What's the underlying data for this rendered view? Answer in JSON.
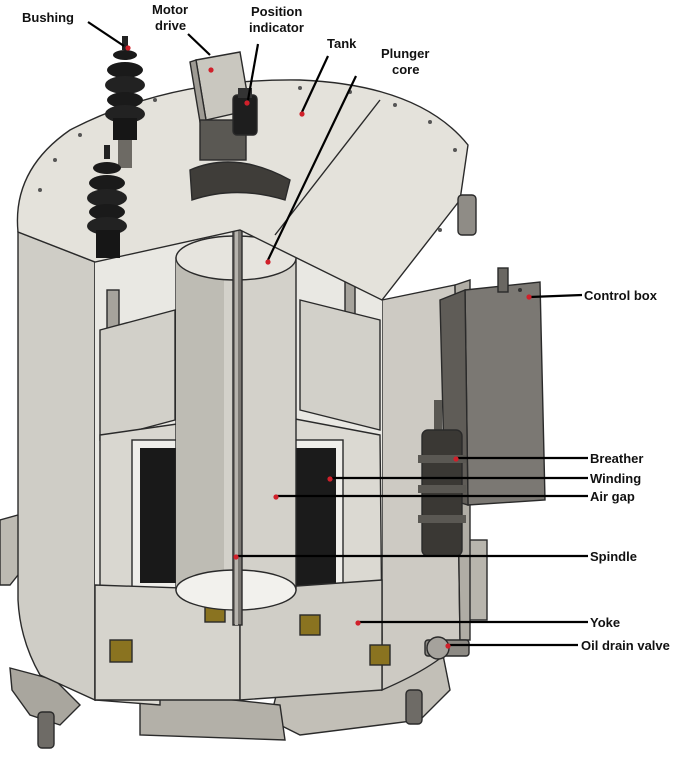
{
  "labels": {
    "bushing": "Bushing",
    "motor_drive_1": "Motor",
    "motor_drive_2": "drive",
    "position_indicator_1": "Position",
    "position_indicator_2": "indicator",
    "tank": "Tank",
    "plunger_core_1": "Plunger",
    "plunger_core_2": "core",
    "control_box": "Control box",
    "breather": "Breather",
    "winding": "Winding",
    "air_gap": "Air gap",
    "spindle": "Spindle",
    "yoke": "Yoke",
    "oil_drain_valve": "Oil drain valve"
  },
  "colors": {
    "marker_dot": "#d0202a",
    "leader_line": "#000000",
    "steel_light": "#e3e1da",
    "steel_mid": "#c9c6bd",
    "steel_dark": "#8f8c85",
    "winding_gold": "#8a7320",
    "bushing_black": "#1a1a1a"
  }
}
